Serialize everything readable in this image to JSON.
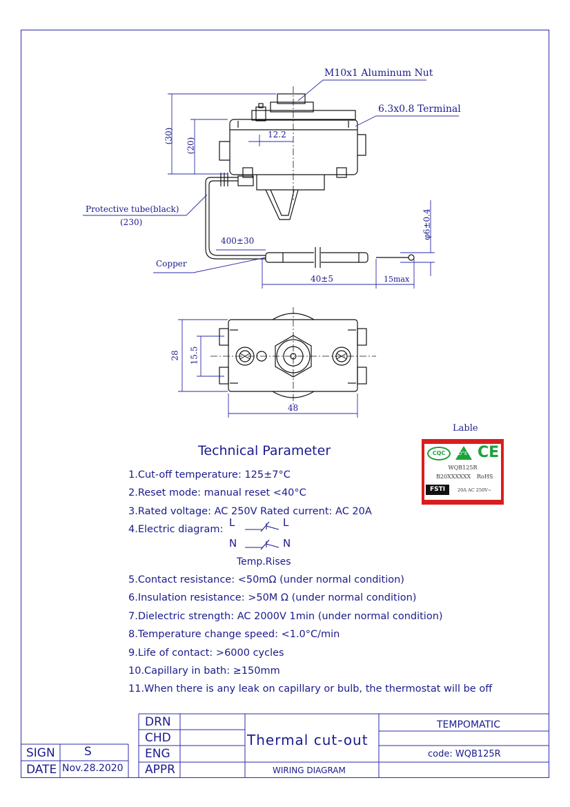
{
  "drawing": {
    "callouts": {
      "nut": "M10x1  Aluminum Nut",
      "terminal": "6.3x0.8  Terminal",
      "protective_tube": "Protective tube(black)",
      "protective_tube_len": "(230)",
      "copper": "Copper"
    },
    "dimensions": {
      "height_30": "(30)",
      "height_20": "(20)",
      "width_12_2": "12.2",
      "capillary": "400±30",
      "bulb_dia": "φ6±0.4",
      "bulb_len": "40±5",
      "tip": "15max",
      "width_28": "28",
      "width_15_5": "15.5",
      "length_48": "48"
    }
  },
  "label": {
    "heading": "Lable",
    "model": "WQB125R",
    "batch": "B20XXXXXX",
    "rohs": "RoHS",
    "rating": "20A  AC  250V~",
    "mark_cqc": "CQC",
    "mark_ce": "CE",
    "mark_vde": "D°E",
    "mark_fsti": "FSTI"
  },
  "technical": {
    "title": "Technical Parameter",
    "items": [
      "1.Cut-off temperature: 125±7°C",
      "2.Reset mode: manual reset <40°C",
      "3.Rated voltage: AC 250V  Rated current: AC 20A",
      "4.Electric diagram:"
    ],
    "diagram": {
      "l1": "L",
      "l2": "L",
      "n1": "N",
      "n2": "N",
      "caption": "Temp.Rises"
    },
    "items2": [
      "5.Contact resistance:  <50mΩ  (under normal condition)",
      "6.Insulation resistance:  >50M  Ω  (under normal condition)",
      "7.Dielectric strength: AC 2000V 1min  (under normal condition)",
      "8.Temperature change speed: <1.0°C/min",
      "9.Life of contact: >6000 cycles",
      "10.Capillary in bath: ≥150mm",
      "11.When there is any leak on capillary or bulb, the thermostat will be off"
    ]
  },
  "title_block": {
    "drn": "DRN",
    "chd": "CHD",
    "eng": "ENG",
    "appr": "APPR",
    "sign_label": "SIGN",
    "sign_value": "S",
    "date_label": "DATE",
    "date_value": "Nov.28.2020",
    "part_name": "Thermal cut-out",
    "sheet_name": "WIRING DIAGRAM",
    "company": "TEMPOMATIC",
    "code": "code:  WQB125R"
  }
}
